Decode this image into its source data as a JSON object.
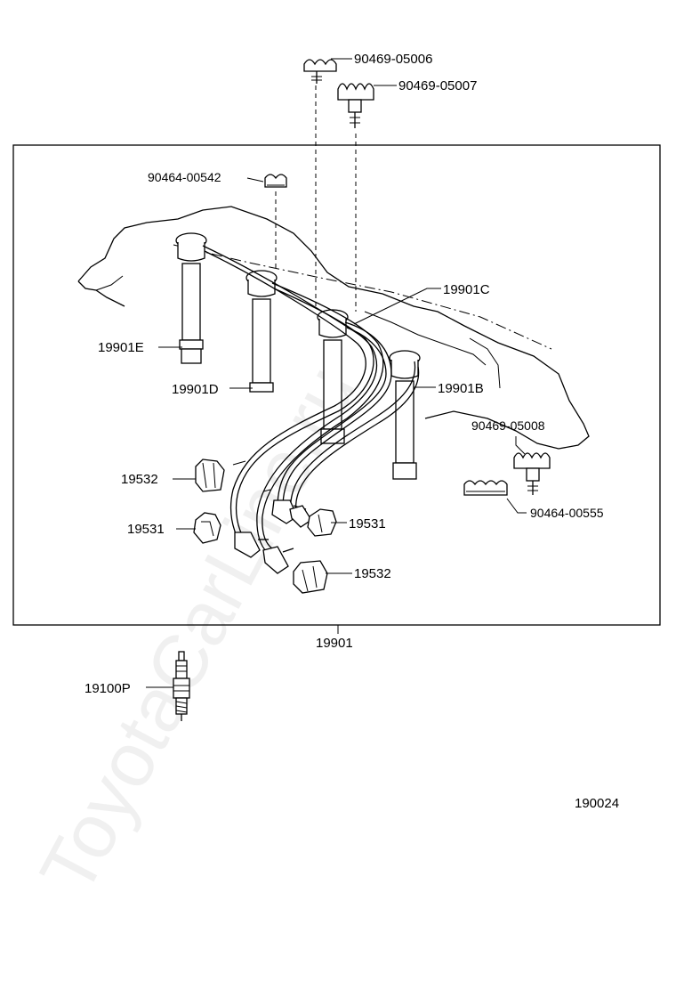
{
  "watermark": "ToyotaCarLine.ru",
  "diagram_id": "190024",
  "assembly_label": "19901",
  "callouts": {
    "clamp_top_a": "90469-05006",
    "clamp_top_b": "90469-05007",
    "clamp_left": "90464-00542",
    "wire_c": "19901C",
    "wire_e": "19901E",
    "wire_d": "19901D",
    "wire_b": "19901B",
    "clamp_right_a": "90469-05008",
    "clamp_right_b": "90464-00555",
    "boot_upper_left": "19532",
    "boot_mid_left": "19531",
    "boot_mid_right": "19531",
    "boot_lower_right": "19532",
    "spark_plug": "19100P"
  }
}
